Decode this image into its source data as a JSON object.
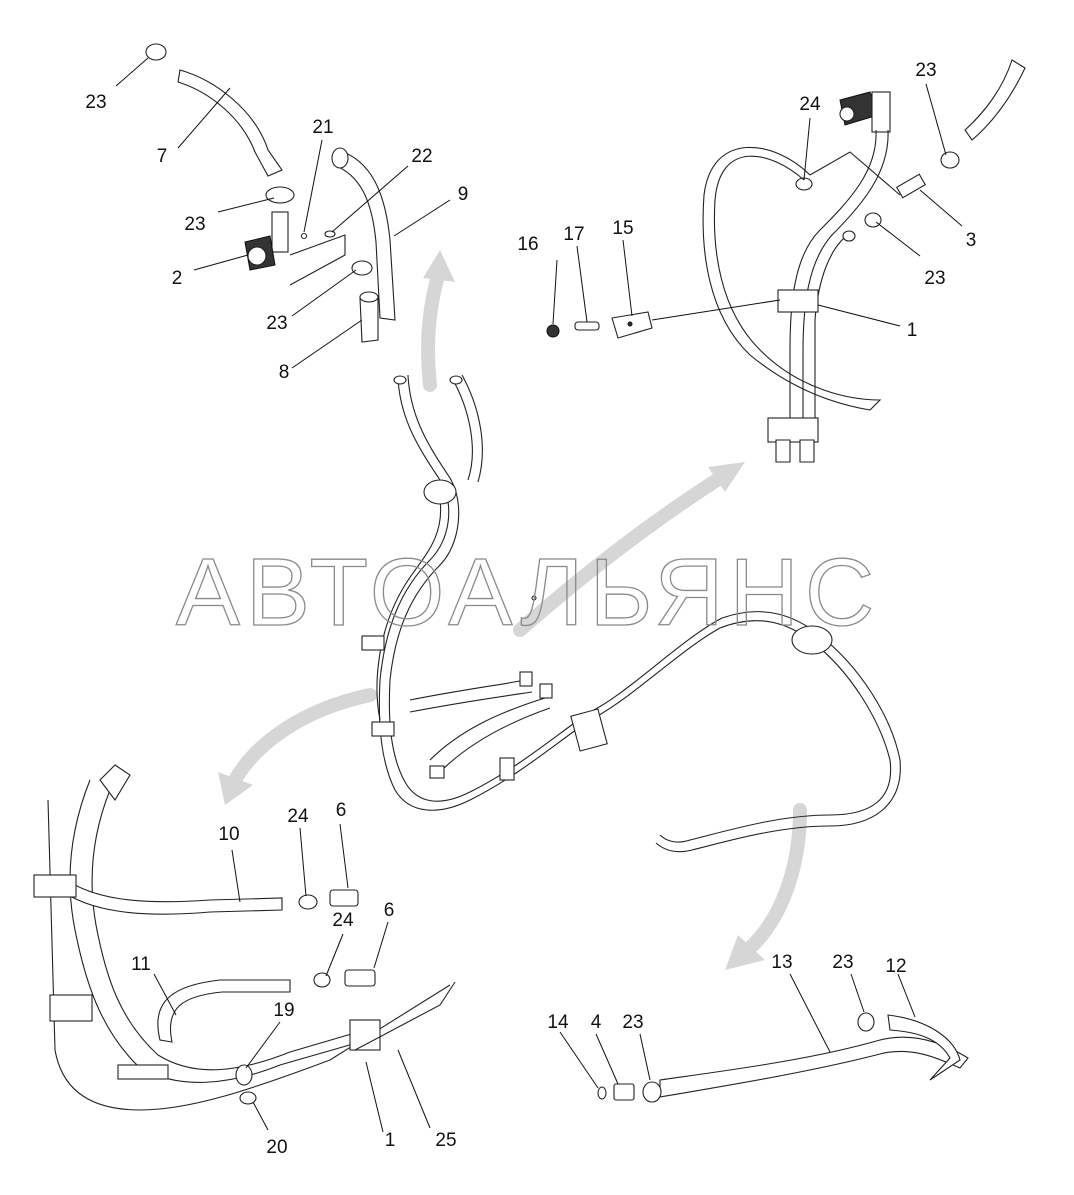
{
  "watermark": "АВТОАЛЬЯНС",
  "callouts": [
    "23",
    "7",
    "21",
    "22",
    "9",
    "23",
    "2",
    "23",
    "8",
    "24",
    "23",
    "16",
    "17",
    "15",
    "3",
    "23",
    "1",
    "10",
    "24",
    "6",
    "24",
    "6",
    "11",
    "19",
    "1",
    "20",
    "25",
    "13",
    "23",
    "12",
    "14",
    "4",
    "23"
  ]
}
